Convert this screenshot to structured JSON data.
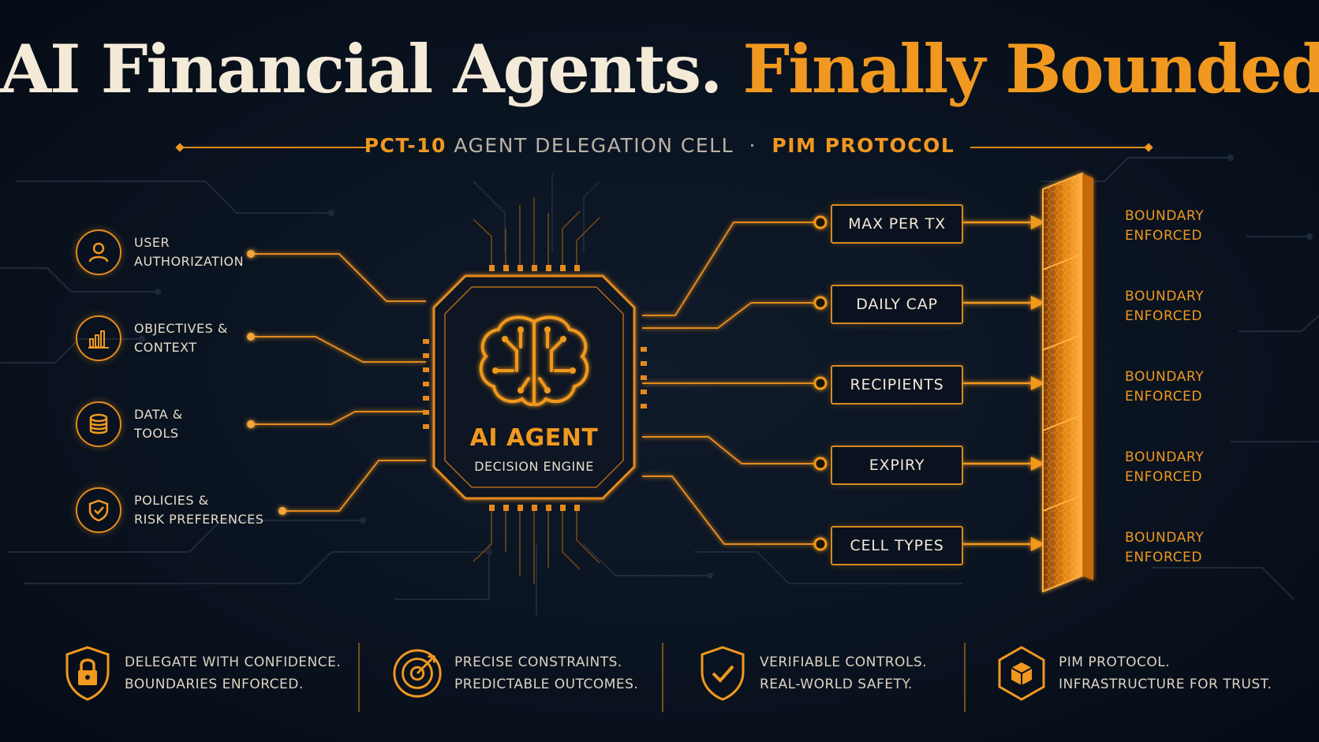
{
  "title": {
    "part1": "AI Financial Agents.",
    "part2": "Finally Bounded."
  },
  "subtitle": {
    "code": "PCT-10",
    "cell": "AGENT DELEGATION CELL",
    "sep": "·",
    "protocol": "PIM PROTOCOL"
  },
  "inputs": [
    {
      "line1": "USER",
      "line2": "AUTHORIZATION",
      "icon": "user-icon"
    },
    {
      "line1": "OBJECTIVES &",
      "line2": "CONTEXT",
      "icon": "bar-chart-icon"
    },
    {
      "line1": "DATA &",
      "line2": "TOOLS",
      "icon": "database-icon"
    },
    {
      "line1": "POLICIES &",
      "line2": "RISK PREFERENCES",
      "icon": "shield-check-icon"
    }
  ],
  "agent": {
    "title": "AI AGENT",
    "subtitle": "DECISION ENGINE",
    "icon": "brain-icon"
  },
  "constraints": [
    "MAX PER TX",
    "DAILY CAP",
    "RECIPIENTS",
    "EXPIRY",
    "CELL TYPES"
  ],
  "boundary": {
    "line1": "BOUNDARY",
    "line2": "ENFORCED"
  },
  "footer": [
    {
      "line1": "DELEGATE WITH CONFIDENCE.",
      "line2": "BOUNDARIES ENFORCED.",
      "icon": "lock-shield-icon"
    },
    {
      "line1": "PRECISE CONSTRAINTS.",
      "line2": "PREDICTABLE OUTCOMES.",
      "icon": "target-icon"
    },
    {
      "line1": "VERIFIABLE CONTROLS.",
      "line2": "REAL-WORLD SAFETY.",
      "icon": "shield-check-icon"
    },
    {
      "line1": "PIM PROTOCOL.",
      "line2": "INFRASTRUCTURE FOR TRUST.",
      "icon": "hexagon-cube-icon"
    }
  ],
  "colors": {
    "accent": "#f0981f",
    "background": "#0a1320",
    "text": "#f4ead8"
  }
}
